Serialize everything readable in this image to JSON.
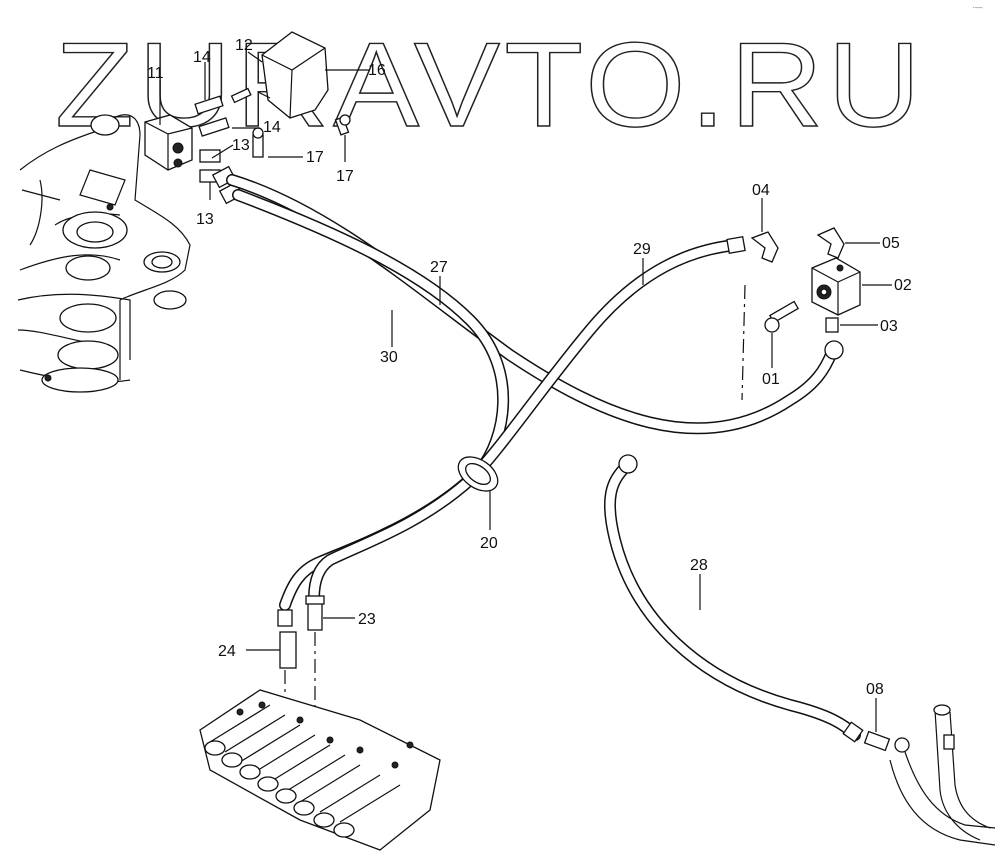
{
  "watermark": "ZURAVTO.RU",
  "corner_mark": "·—",
  "parts": [
    {
      "id": "p01",
      "label": "01"
    },
    {
      "id": "p02",
      "label": "02"
    },
    {
      "id": "p03",
      "label": "03"
    },
    {
      "id": "p04",
      "label": "04"
    },
    {
      "id": "p05",
      "label": "05"
    },
    {
      "id": "p08",
      "label": "08"
    },
    {
      "id": "p11",
      "label": "11"
    },
    {
      "id": "p12",
      "label": "12"
    },
    {
      "id": "p13a",
      "label": "13"
    },
    {
      "id": "p13b",
      "label": "13"
    },
    {
      "id": "p14a",
      "label": "14"
    },
    {
      "id": "p14b",
      "label": "14"
    },
    {
      "id": "p16",
      "label": "16"
    },
    {
      "id": "p17a",
      "label": "17"
    },
    {
      "id": "p17b",
      "label": "17"
    },
    {
      "id": "p20",
      "label": "20"
    },
    {
      "id": "p23",
      "label": "23"
    },
    {
      "id": "p24",
      "label": "24"
    },
    {
      "id": "p27",
      "label": "27"
    },
    {
      "id": "p28",
      "label": "28"
    },
    {
      "id": "p29",
      "label": "29"
    },
    {
      "id": "p30",
      "label": "30"
    }
  ]
}
